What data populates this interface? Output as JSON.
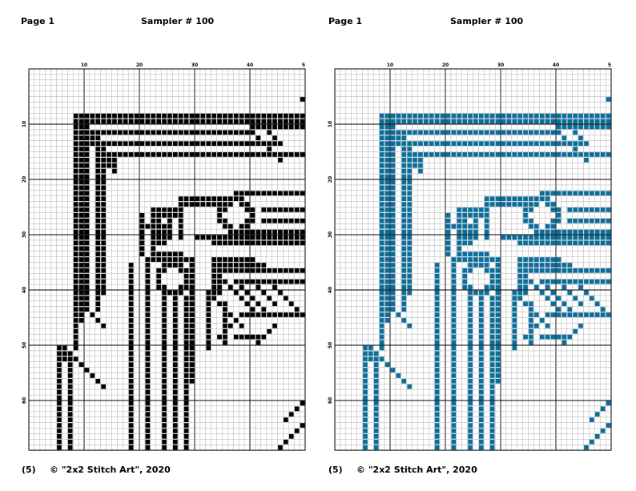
{
  "left_page": {
    "page_label": "Page 1",
    "title": "Sampler # 100",
    "footer_num": "(5)",
    "footer_copy": "©  \"2x2 Stitch Art\", 2020",
    "fill_color": "#000000"
  },
  "right_page": {
    "page_label": "Page 1",
    "title": "Sampler # 100",
    "footer_num": "(5)",
    "footer_copy": "©  \"2x2 Stitch Art\", 2020",
    "fill_color": "#0a6e9c"
  },
  "grid": {
    "columns": 50,
    "rows": 69,
    "col_tick_labels": [
      "10",
      "20",
      "30",
      "40",
      "5"
    ],
    "row_tick_labels": [
      "10",
      "20",
      "30",
      "40",
      "50",
      "60"
    ],
    "major_line_every": 10,
    "line_color": "#000000"
  }
}
